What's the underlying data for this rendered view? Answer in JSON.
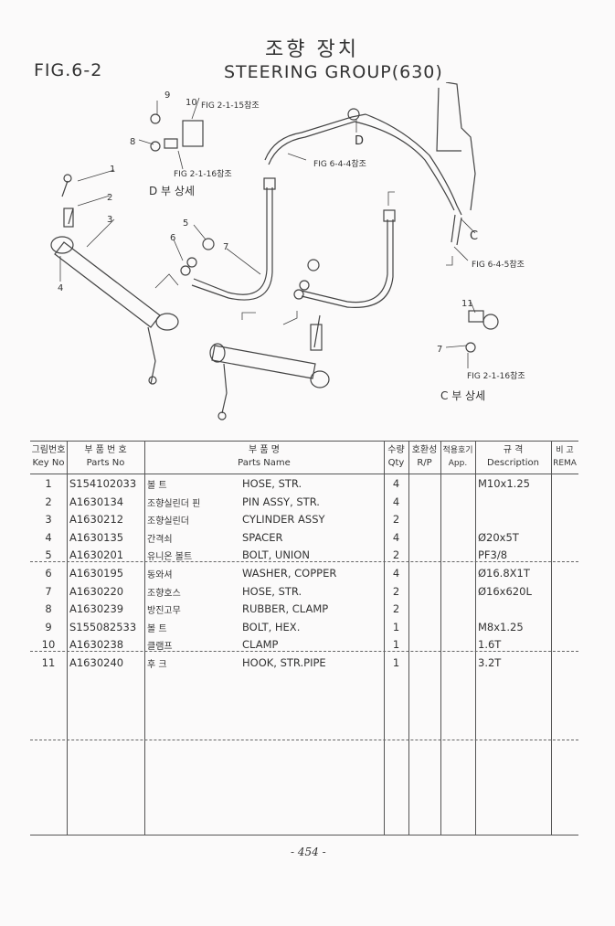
{
  "header": {
    "title_ko": "조향 장치",
    "fig": "FIG.6-2",
    "title_en": "STEERING GROUP(630)"
  },
  "diagram": {
    "callouts": [
      "1",
      "2",
      "3",
      "4",
      "5",
      "6",
      "7",
      "8",
      "9",
      "10",
      "11",
      "7"
    ],
    "refs": [
      "FIG 2-1-15참조",
      "FIG 2-1-16참조",
      "D 부 상세",
      "FIG 6-4-4참조",
      "D",
      "C",
      "FIG 6-4-5참조",
      "FIG 2-1-16참조",
      "C 부 상세"
    ]
  },
  "table": {
    "headers": [
      [
        "그림번호",
        "Key No"
      ],
      [
        "부 품 번 호",
        "Parts No"
      ],
      [
        "부  품  명",
        "Parts Name"
      ],
      [
        "수량",
        "Qty"
      ],
      [
        "호환성",
        "R/P"
      ],
      [
        "적용호기",
        "App."
      ],
      [
        "규  격",
        "Description"
      ],
      [
        "비 고",
        "REMA"
      ]
    ],
    "rows": [
      {
        "key": "1",
        "part": "S154102033",
        "ko": "볼 트",
        "en": "HOSE, STR.",
        "qty": "4",
        "desc": "M10x1.25"
      },
      {
        "key": "2",
        "part": "A1630134",
        "ko": "조향실린더 핀",
        "en": "PIN ASSY, STR.",
        "qty": "4",
        "desc": ""
      },
      {
        "key": "3",
        "part": "A1630212",
        "ko": "조향실린더",
        "en": "CYLINDER ASSY",
        "qty": "2",
        "desc": ""
      },
      {
        "key": "4",
        "part": "A1630135",
        "ko": "간격쇠",
        "en": "SPACER",
        "qty": "4",
        "desc": "Ø20x5T"
      },
      {
        "key": "5",
        "part": "A1630201",
        "ko": "유니온 볼트",
        "en": "BOLT, UNION",
        "qty": "2",
        "desc": "PF3/8"
      },
      {
        "key": "6",
        "part": "A1630195",
        "ko": "동와셔",
        "en": "WASHER, COPPER",
        "qty": "4",
        "desc": "Ø16.8X1T"
      },
      {
        "key": "7",
        "part": "A1630220",
        "ko": "조향호스",
        "en": "HOSE, STR.",
        "qty": "2",
        "desc": "Ø16x620L"
      },
      {
        "key": "8",
        "part": "A1630239",
        "ko": "방진고무",
        "en": "RUBBER, CLAMP",
        "qty": "2",
        "desc": ""
      },
      {
        "key": "9",
        "part": "S155082533",
        "ko": "볼 트",
        "en": "BOLT, HEX.",
        "qty": "1",
        "desc": "M8x1.25"
      },
      {
        "key": "10",
        "part": "A1630238",
        "ko": "클램프",
        "en": "CLAMP",
        "qty": "1",
        "desc": "1.6T"
      },
      {
        "key": "11",
        "part": "A1630240",
        "ko": "후 크",
        "en": "HOOK, STR.PIPE",
        "qty": "1",
        "desc": "3.2T"
      }
    ]
  },
  "footer": {
    "page": "- 454 -"
  }
}
